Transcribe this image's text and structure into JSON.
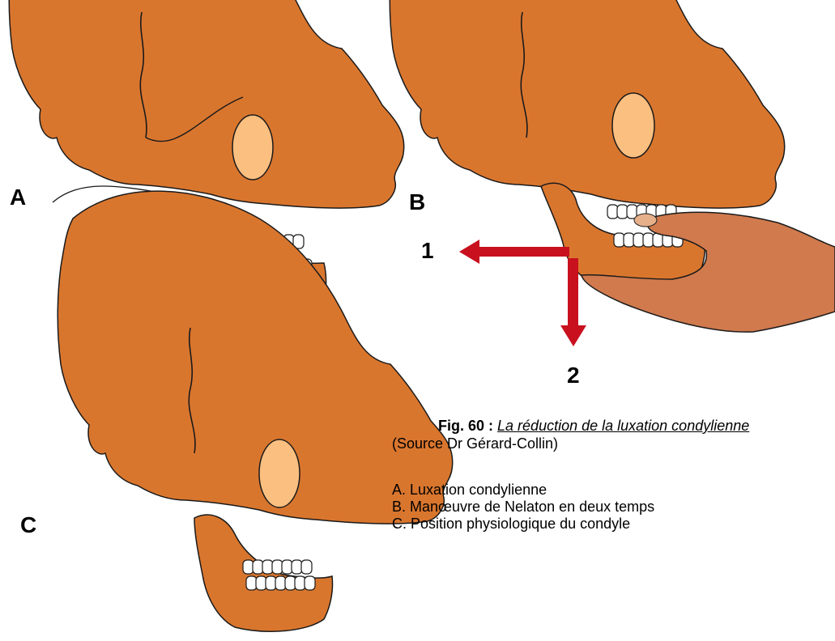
{
  "panels": {
    "a": {
      "letter": "A"
    },
    "b": {
      "letter": "B",
      "step_1": "1",
      "step_2": "2"
    },
    "c": {
      "letter": "C"
    }
  },
  "caption": {
    "figure_number": "Fig. 60 :",
    "title": "La réduction de la luxation condylienne",
    "source": "(Source Dr Gérard-Collin)"
  },
  "legend": [
    "A. Luxation condylienne",
    "B. Manœuvre de Nelaton en deux temps",
    "C. Position physiologique du condyle"
  ],
  "colors": {
    "bone": "#d9762e",
    "orbit": "#fbbf80",
    "teeth": "#ffffff",
    "hand": "#d07a4e",
    "arrow": "#c8101e",
    "outline": "#1a1a1a"
  }
}
